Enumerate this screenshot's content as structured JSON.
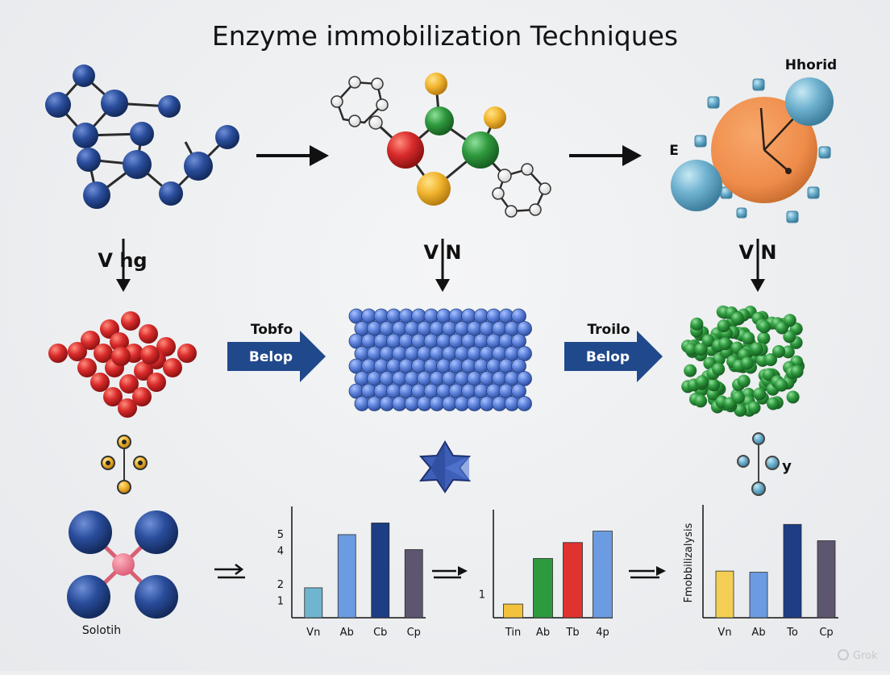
{
  "title": "Enzyme immobilization Techniques",
  "top_labels": {
    "right_top": "Hhorid",
    "right_left": "E"
  },
  "down_labels": [
    "V hg",
    "V N",
    "V N"
  ],
  "mid_arrows": [
    {
      "above": "Tobfo",
      "text": "Belop"
    },
    {
      "above": "Troilo",
      "text": "Belop"
    }
  ],
  "misc": {
    "y_glyph": "y",
    "solo_label": "Solotih",
    "watermark": "Grok"
  },
  "colors": {
    "navy": "#1f4590",
    "red": "#d42a2a",
    "green": "#2f9a3e",
    "yellow": "#f2b630",
    "teal": "#6fb2d0",
    "orange": "#ef8c4a",
    "arrowblue": "#20498c"
  },
  "chart_data": [
    {
      "type": "bar",
      "categories": [
        "Vn",
        "Ab",
        "Cb",
        "Cp"
      ],
      "values": [
        1.8,
        5.0,
        5.7,
        4.1
      ],
      "yticks": [
        "1",
        "2",
        "4",
        "5"
      ],
      "ylim": [
        0,
        6.5
      ],
      "colors": [
        "#6fb5cf",
        "#6b9be0",
        "#1d3d85",
        "#5e566f"
      ]
    },
    {
      "type": "bar",
      "categories": [
        "Tin",
        "Ab",
        "Tb",
        "4p"
      ],
      "values": [
        0.6,
        2.6,
        3.3,
        3.8
      ],
      "yticks": [
        "1"
      ],
      "ylim": [
        0,
        4.6
      ],
      "colors": [
        "#f2c23d",
        "#2e9a3e",
        "#e0322e",
        "#6b9be0"
      ]
    },
    {
      "type": "bar",
      "categories": [
        "Vn",
        "Ab",
        "To",
        "Cp"
      ],
      "values": [
        2.0,
        1.95,
        4.0,
        3.3
      ],
      "ylabel": "Fmobbilizalysis",
      "ylim": [
        0,
        4.7
      ],
      "colors": [
        "#f4cf55",
        "#6b9be0",
        "#1d3d85",
        "#5e566f"
      ]
    }
  ]
}
